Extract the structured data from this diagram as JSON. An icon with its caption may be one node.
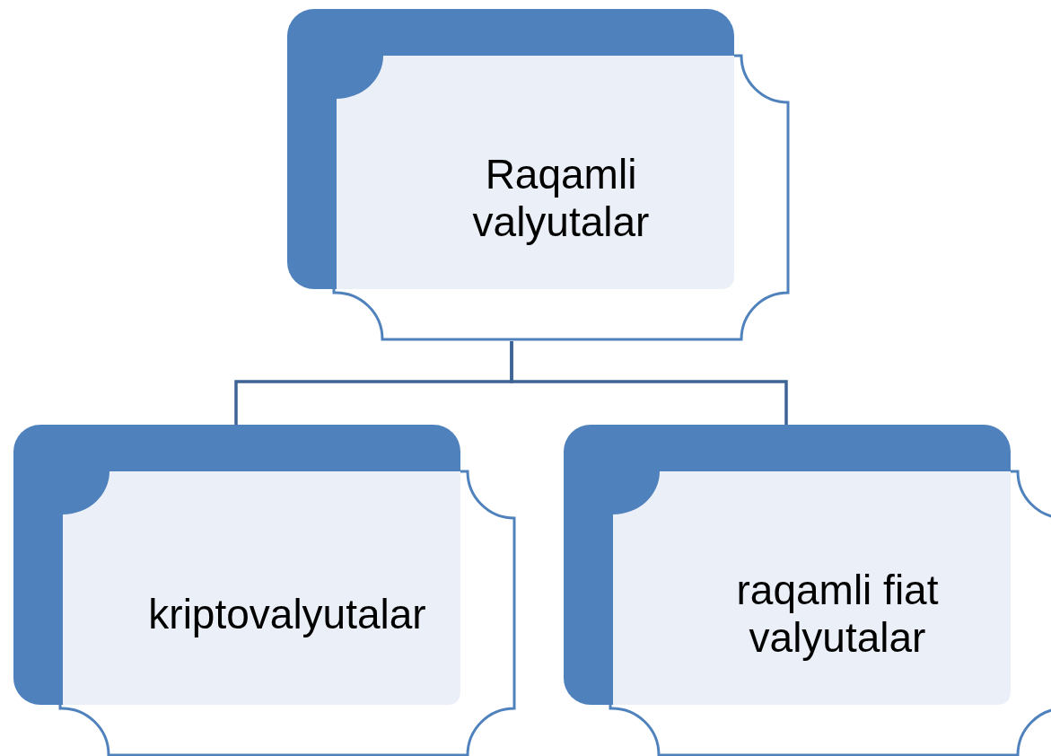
{
  "diagram": {
    "nodes": [
      {
        "text": [
          "Raqamli valyutalar"
        ]
      },
      {
        "text": [
          "kriptovalyutalar"
        ]
      },
      {
        "text": [
          "raqamli fiat valyutalar"
        ]
      }
    ],
    "edges": [
      {
        "from": 0,
        "to": 1,
        "arrow": "none"
      },
      {
        "from": 0,
        "to": 2,
        "arrow": "none"
      }
    ]
  }
}
